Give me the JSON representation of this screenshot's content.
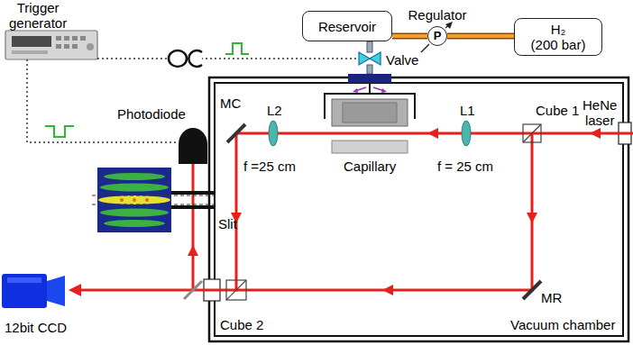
{
  "diagram": {
    "nodes": [
      {
        "text": [
          "Reservoir"
        ]
      },
      {
        "text": [
          "Regulator",
          "P"
        ]
      },
      {
        "text": [
          "H₂",
          "(200 bar)"
        ]
      }
    ],
    "edges": [
      {
        "from": 0,
        "to": 1,
        "arrow": "none"
      },
      {
        "from": 1,
        "to": 2,
        "arrow": "none"
      }
    ],
    "labels": [
      "Trigger generator",
      "Valve",
      "Photodiode",
      "Slit",
      "12bit CCD",
      "Cube 2",
      "Vacuum chamber",
      "MC",
      "MR",
      "L2",
      "L1",
      "Cube 1",
      "HeNe laser",
      "f =25 cm",
      "f = 25 cm",
      "Capillary"
    ]
  }
}
